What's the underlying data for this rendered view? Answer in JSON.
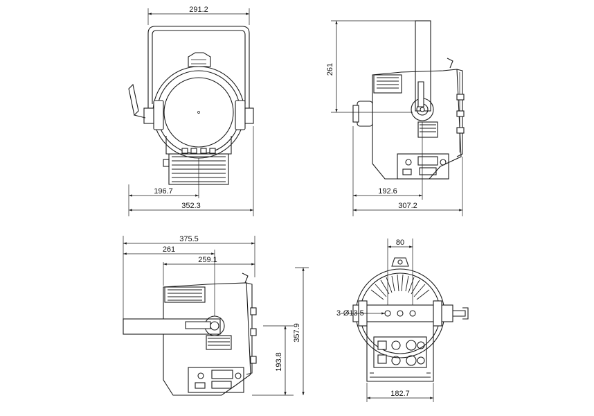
{
  "dimensions": {
    "front_width": "291.2",
    "side_height": "261",
    "front_half_depth": "196.7",
    "front_total_width": "352.3",
    "side_partial": "192.6",
    "side_depth": "307.2",
    "bottom_total": "375.5",
    "bottom_261": "261",
    "bottom_259": "259.1",
    "bottom_height_partial": "193.8",
    "bottom_height_total": "357.9",
    "rear_top": "80",
    "rear_side": "3-Ø13.5",
    "rear_bottom": "182.7"
  }
}
